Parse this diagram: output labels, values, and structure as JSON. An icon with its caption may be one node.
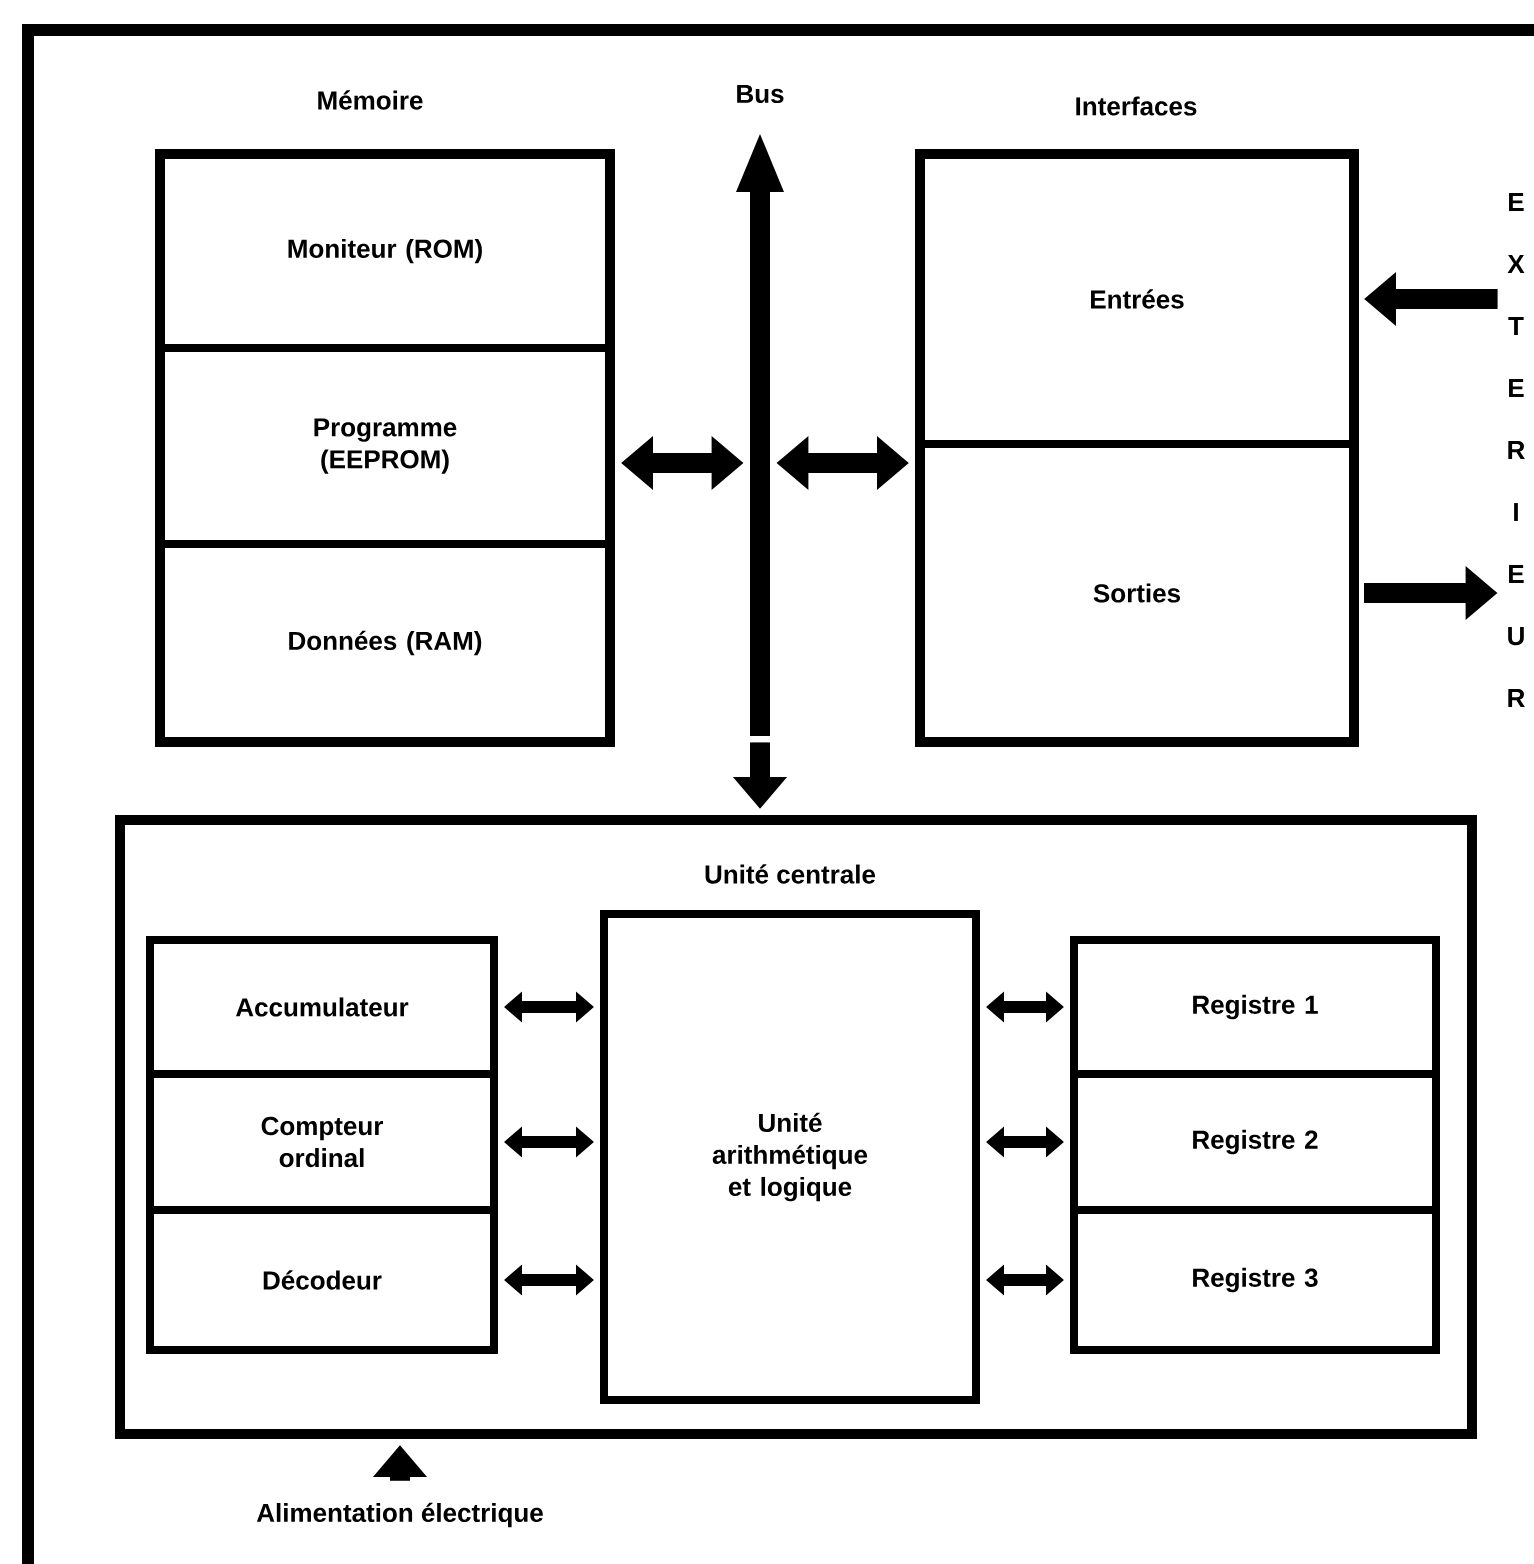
{
  "diagram": {
    "nodes": [
      {
        "text": [
          "Mémoire"
        ]
      },
      {
        "text": [
          "Moniteur (ROM)"
        ],
        "in": 0
      },
      {
        "text": [
          "Programme (EEPROM)"
        ],
        "in": 0
      },
      {
        "text": [
          "Données (RAM)"
        ],
        "in": 0
      },
      {
        "text": [
          "Bus"
        ]
      },
      {
        "text": [
          "Interfaces"
        ]
      },
      {
        "text": [
          "Entrées"
        ],
        "in": 5
      },
      {
        "text": [
          "Sorties"
        ],
        "in": 5
      },
      {
        "text": [
          "E X T E R I E U R"
        ]
      },
      {
        "text": [
          "Unité centrale"
        ]
      },
      {
        "text": [
          "Accumulateur"
        ],
        "in": 9
      },
      {
        "text": [
          "Compteur ordinal"
        ],
        "in": 9
      },
      {
        "text": [
          "Décodeur"
        ],
        "in": 9
      },
      {
        "text": [
          "Unité arithmétique et logique"
        ],
        "in": 9
      },
      {
        "text": [
          "Registre 1"
        ],
        "in": 9
      },
      {
        "text": [
          "Registre 2"
        ],
        "in": 9
      },
      {
        "text": [
          "Registre 3"
        ],
        "in": 9
      },
      {
        "text": [
          "Alimentation électrique"
        ]
      }
    ],
    "edges": [
      {
        "from": 0,
        "to": 4,
        "arrow": "both"
      },
      {
        "from": 4,
        "to": 5,
        "arrow": "both"
      },
      {
        "from": 4,
        "to": 9,
        "arrow": "to"
      },
      {
        "from": 8,
        "to": 6,
        "arrow": "to"
      },
      {
        "from": 7,
        "to": 8,
        "arrow": "to"
      },
      {
        "from": 10,
        "to": 13,
        "arrow": "both"
      },
      {
        "from": 11,
        "to": 13,
        "arrow": "both"
      },
      {
        "from": 12,
        "to": 13,
        "arrow": "both"
      },
      {
        "from": 13,
        "to": 14,
        "arrow": "both"
      },
      {
        "from": 13,
        "to": 15,
        "arrow": "both"
      },
      {
        "from": 13,
        "to": 16,
        "arrow": "both"
      },
      {
        "from": 17,
        "to": 9,
        "arrow": "to"
      }
    ]
  }
}
